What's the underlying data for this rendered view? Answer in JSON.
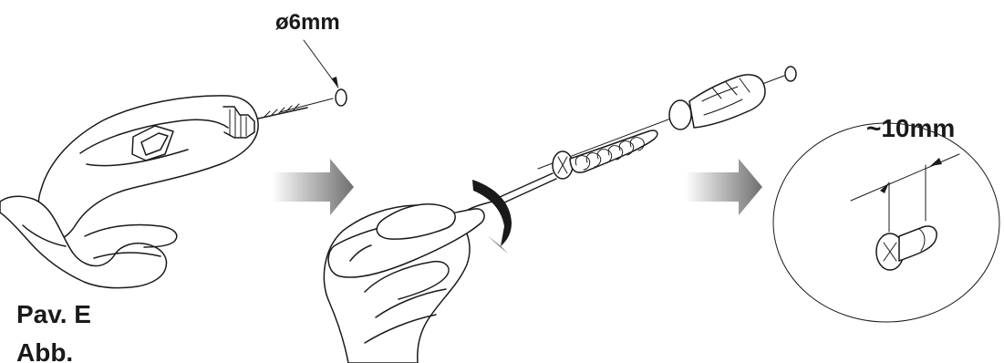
{
  "labels": {
    "drill_diameter": "ø6mm",
    "screw_protrusion": "~10mm",
    "figure_line_1": "Pav. E",
    "figure_line_2": "Abb."
  },
  "colors": {
    "ink": "#1a1a1a",
    "arrow_gray": "#7d7d7d",
    "handle_dark": "#5b5b5b",
    "drill_light": "#d8d8d8"
  },
  "icons": {
    "direction_arrow": "gray-right-arrow-icon",
    "rotation_arrow": "clockwise-arrow-icon"
  }
}
